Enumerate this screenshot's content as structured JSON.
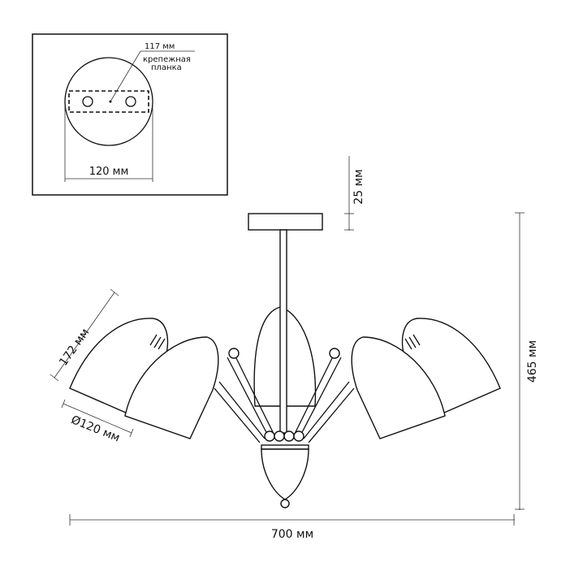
{
  "inset": {
    "bracket_length": "117 мм",
    "bracket_label_line1": "крепежная",
    "bracket_label_line2": "планка",
    "base_diameter": "120 мм"
  },
  "dimensions": {
    "canopy_height": "25 мм",
    "total_height": "465 мм",
    "total_width": "700 мм",
    "shade_length": "172 мм",
    "shade_diameter": "Ø120 мм"
  }
}
